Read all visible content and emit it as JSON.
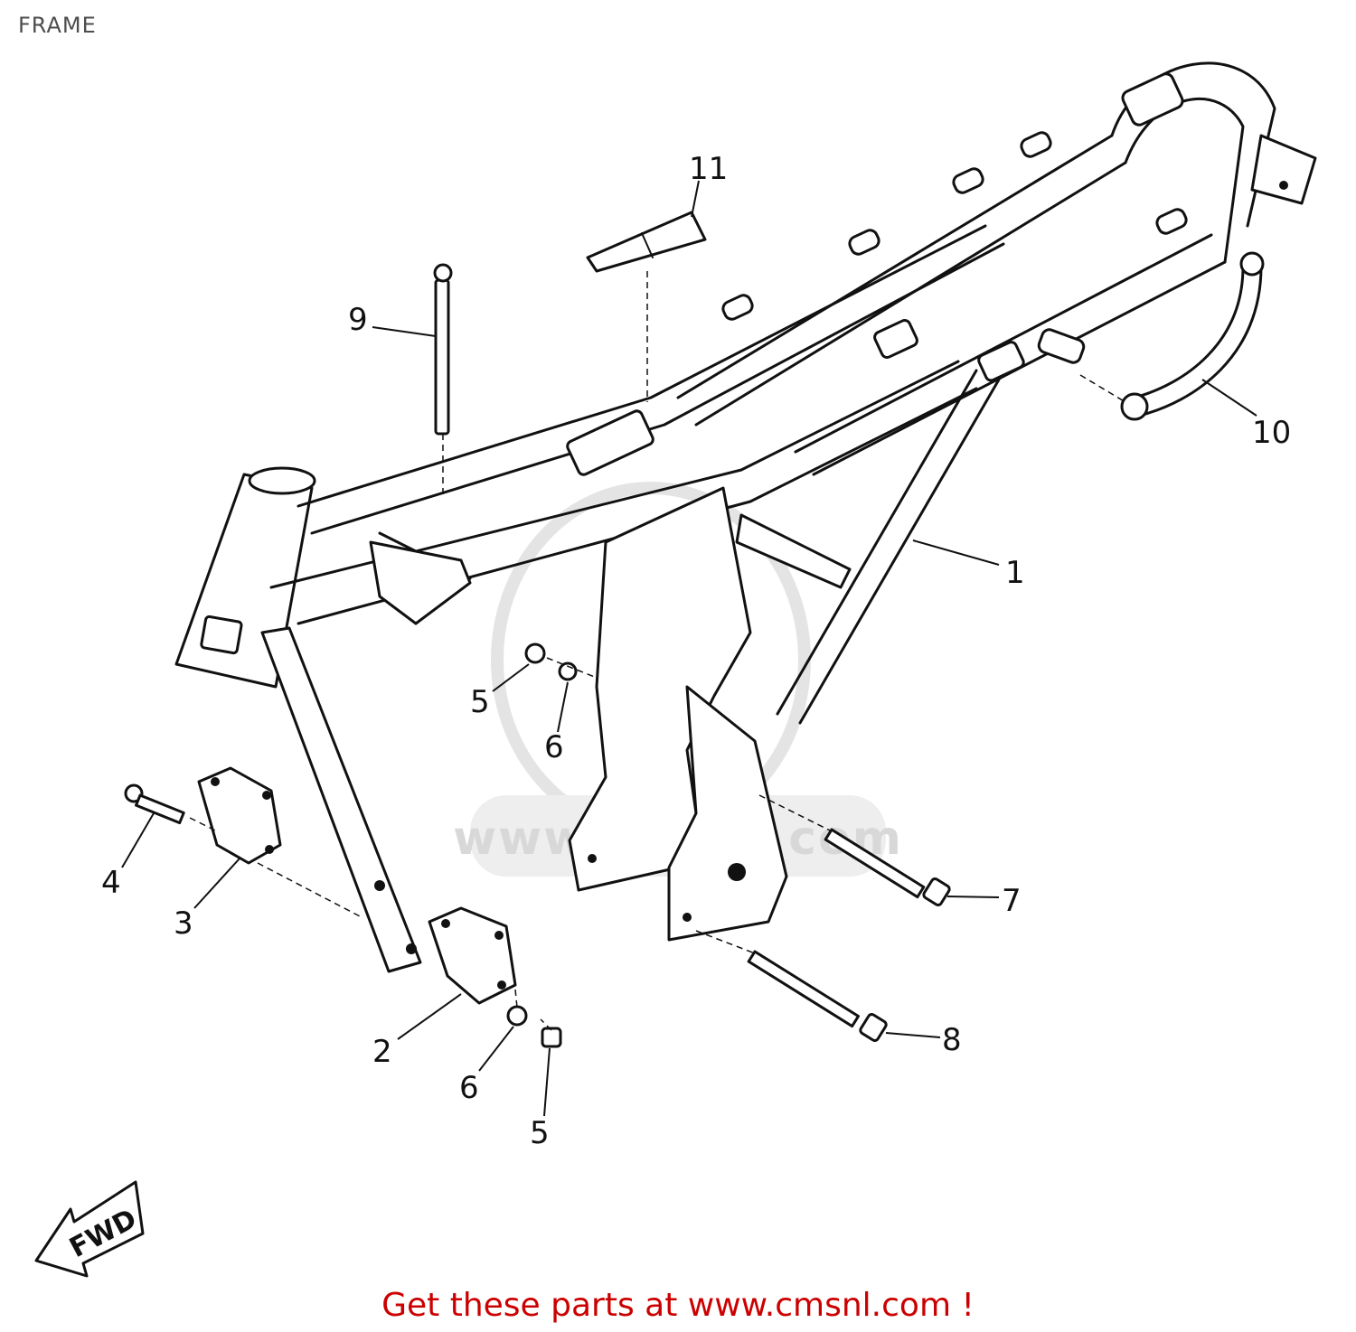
{
  "header": {
    "title": "FRAME"
  },
  "diagram": {
    "callouts": [
      {
        "id": "1",
        "label": "1"
      },
      {
        "id": "2",
        "label": "2"
      },
      {
        "id": "3",
        "label": "3"
      },
      {
        "id": "4",
        "label": "4"
      },
      {
        "id": "5a",
        "label": "5"
      },
      {
        "id": "5b",
        "label": "5"
      },
      {
        "id": "6a",
        "label": "6"
      },
      {
        "id": "6b",
        "label": "6"
      },
      {
        "id": "7",
        "label": "7"
      },
      {
        "id": "8",
        "label": "8"
      },
      {
        "id": "9",
        "label": "9"
      },
      {
        "id": "10",
        "label": "10"
      },
      {
        "id": "11",
        "label": "11"
      }
    ],
    "fwd_label": "FWD",
    "watermark": "www.cmsnl.com"
  },
  "footer": {
    "link_text": "Get these parts at www.cmsnl.com !"
  },
  "colors": {
    "footer_link": "#cc0000",
    "line": "#111111",
    "watermark": "#d8d8d8"
  }
}
